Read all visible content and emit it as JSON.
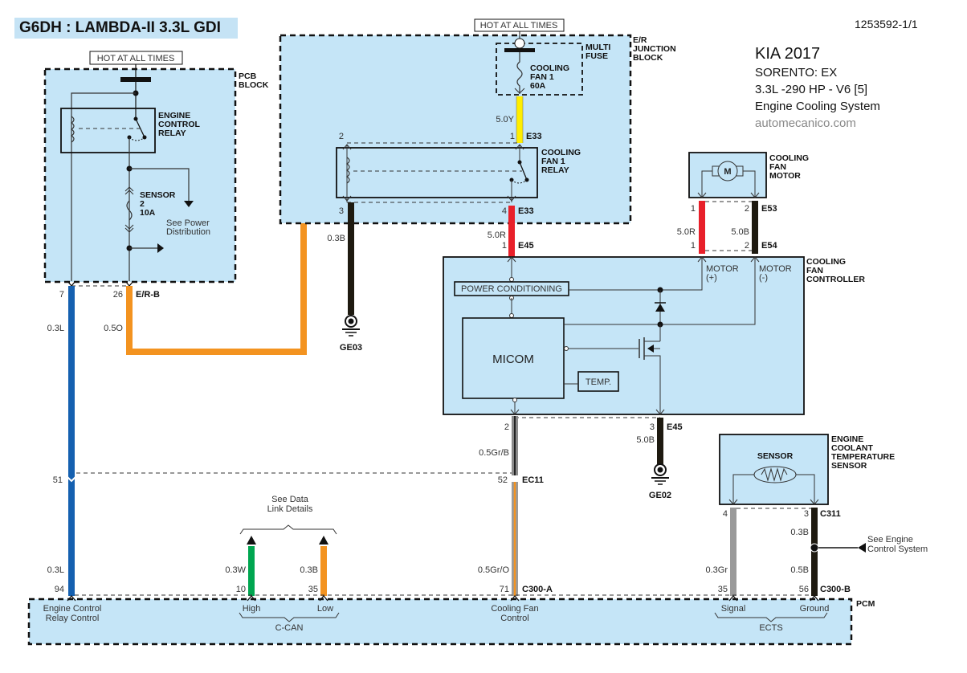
{
  "header": {
    "title": "G6DH : LAMBDA-II 3.3L GDI",
    "doc_id": "1253592-1/1",
    "vehicle": "KIA 2017",
    "model": "SORENTO: EX",
    "engine": "3.3L -290 HP - V6 [5]",
    "system": "Engine Cooling System",
    "source": "automecanico.com"
  },
  "colors": {
    "block_fill": "#c5e5f7",
    "wire_blue": "#1560b0",
    "wire_orange": "#f39320",
    "wire_yellow": "#ffee00",
    "wire_red": "#e8202a",
    "wire_black": "#1e1a10",
    "wire_green": "#00a650",
    "wire_gray": "#9a9a9a"
  },
  "pcb_block": {
    "power_label": "HOT AT ALL TIMES",
    "name": [
      "PCB",
      "BLOCK"
    ],
    "relay": [
      "ENGINE",
      "CONTROL",
      "RELAY"
    ],
    "fuse": [
      "SENSOR",
      "2",
      "10A"
    ],
    "power_ref": [
      "See Power",
      "Distribution"
    ]
  },
  "er_block": {
    "power_label": "HOT AT ALL TIMES",
    "name": [
      "E/R",
      "JUNCTION",
      "BLOCK"
    ],
    "multi_fuse": [
      "MULTI",
      "FUSE"
    ],
    "fuse": [
      "COOLING",
      "FAN 1",
      "60A"
    ],
    "relay": [
      "COOLING",
      "FAN 1",
      "RELAY"
    ]
  },
  "fan_motor": {
    "name": [
      "COOLING",
      "FAN",
      "MOTOR"
    ],
    "symbol": "M"
  },
  "fan_controller": {
    "name": [
      "COOLING",
      "FAN",
      "CONTROLLER"
    ],
    "power_conditioning": "POWER CONDITIONING",
    "micom": "MICOM",
    "temp": "TEMP.",
    "motor_plus": [
      "MOTOR",
      "(+)"
    ],
    "motor_minus": [
      "MOTOR",
      "(-)"
    ]
  },
  "ect_sensor": {
    "name": [
      "ENGINE",
      "COOLANT",
      "TEMPERATURE",
      "SENSOR"
    ],
    "element": "SENSOR",
    "ref": [
      "See Engine",
      "Control System"
    ]
  },
  "data_link": {
    "ref": [
      "See Data",
      "Link Details"
    ]
  },
  "pcm": {
    "name": "PCM",
    "erc": [
      "Engine Control",
      "Relay Control"
    ],
    "high": "High",
    "low": "Low",
    "ccan": "C-CAN",
    "cfc": [
      "Cooling Fan",
      "Control"
    ],
    "signal": "Signal",
    "ground": "Ground",
    "ects": "ECTS"
  },
  "connectors": {
    "er_b": "E/R-B",
    "e33": "E33",
    "e45": "E45",
    "e53": "E53",
    "e54": "E54",
    "ec11": "EC11",
    "c300a": "C300-A",
    "c300b": "C300-B",
    "c311": "C311"
  },
  "grounds": {
    "ge03": "GE03",
    "ge02": "GE02"
  },
  "pins": {
    "p7": "7",
    "p26": "26",
    "p51": "51",
    "p94": "94",
    "relay_2": "2",
    "relay_3": "3",
    "e33_1": "1",
    "e33_4": "4",
    "e45_1": "1",
    "e45_2": "2",
    "e45_3": "3",
    "e53_1": "1",
    "e53_2": "2",
    "e54_1": "1",
    "e54_2": "2",
    "ec11_52": "52",
    "c300a_71": "71",
    "can_10": "10",
    "can_35": "35",
    "c311_4": "4",
    "c311_3": "3",
    "c300b_35": "35",
    "c300b_56": "56"
  },
  "wires": {
    "w03l_a": "0.3L",
    "w05o": "0.5O",
    "w03l_b": "0.3L",
    "w50y": "5.0Y",
    "w03b_relay": "0.3B",
    "w50r_a": "5.0R",
    "w50r_b": "5.0R",
    "w50b_a": "5.0B",
    "w50b_b": "5.0B",
    "w05grb": "0.5Gr/B",
    "w05gro": "0.5Gr/O",
    "w03w": "0.3W",
    "w03b_can": "0.3B",
    "w03gr": "0.3Gr",
    "w03b_ect": "0.3B",
    "w05b_ect": "0.5B"
  }
}
